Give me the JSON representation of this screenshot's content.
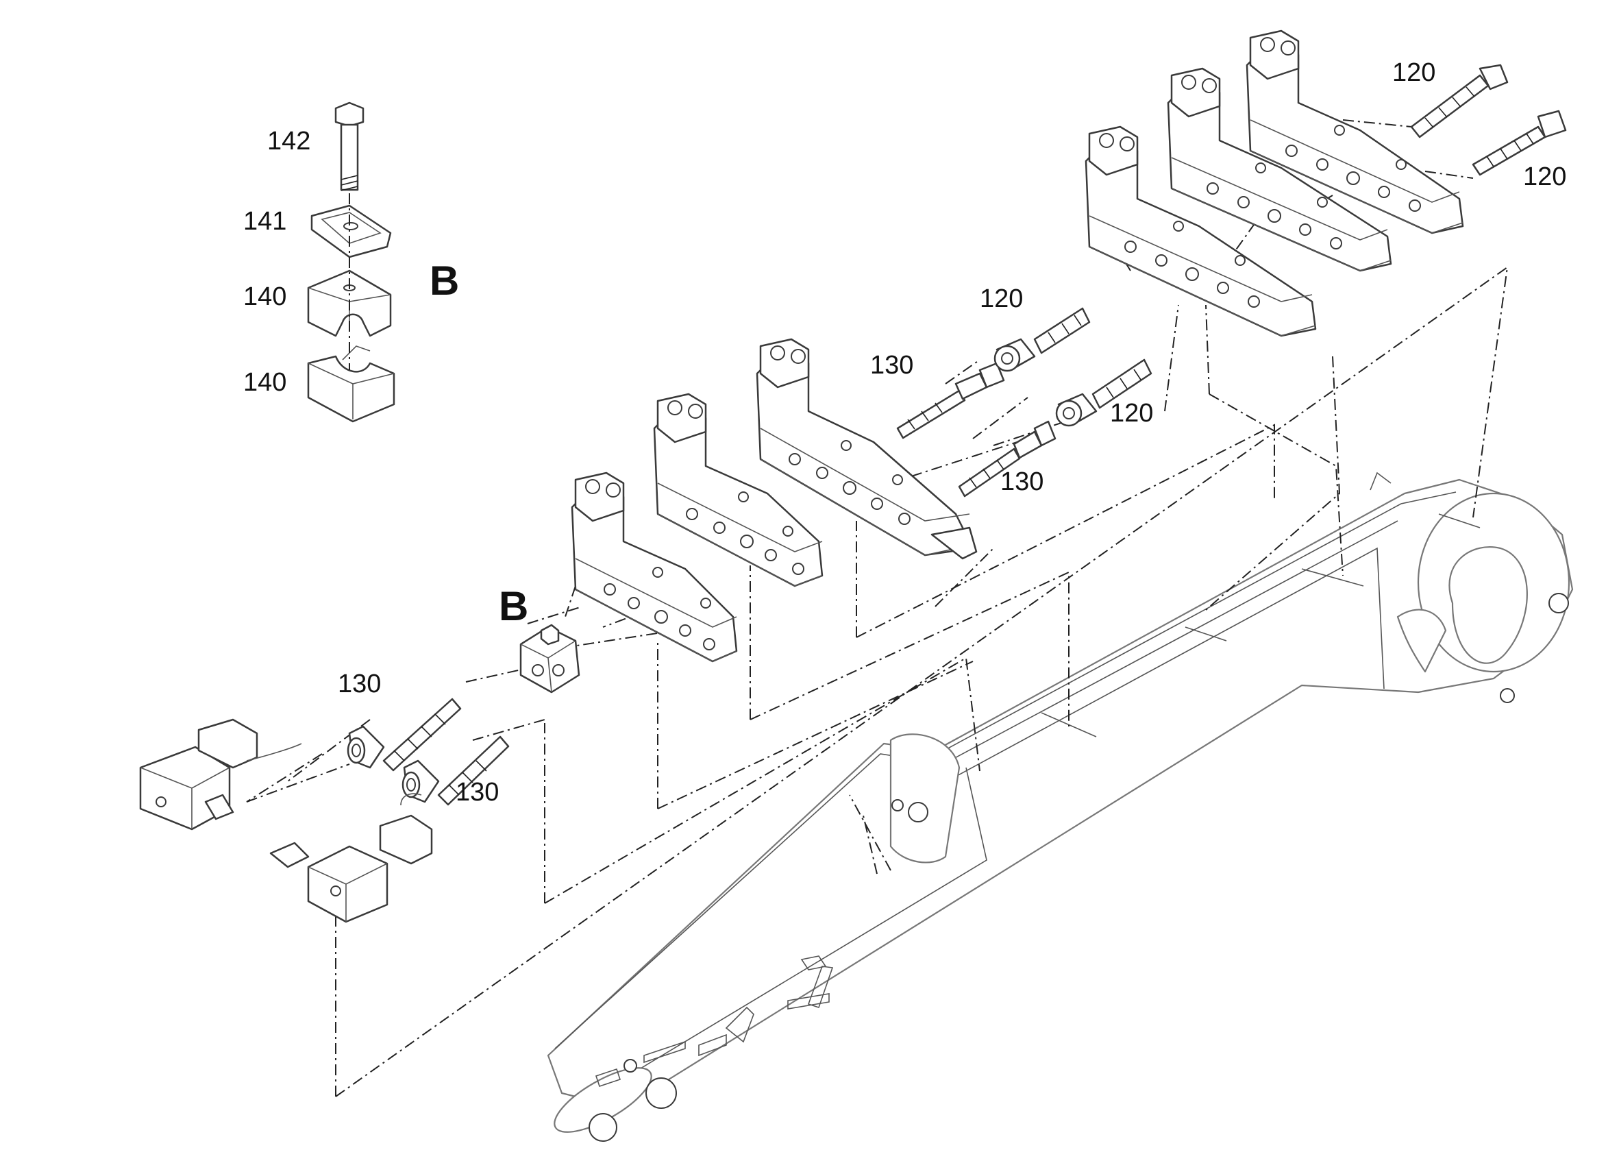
{
  "labels": {
    "l142": "142",
    "l141": "141",
    "l140a": "140",
    "l140b": "140",
    "detailB": "B",
    "calloutB": "B",
    "l130_1": "130",
    "l130_2": "130",
    "l130_3": "130",
    "l130_4": "130",
    "l120_1": "120",
    "l120_2": "120",
    "l120_3": "120",
    "l120_4": "120"
  }
}
